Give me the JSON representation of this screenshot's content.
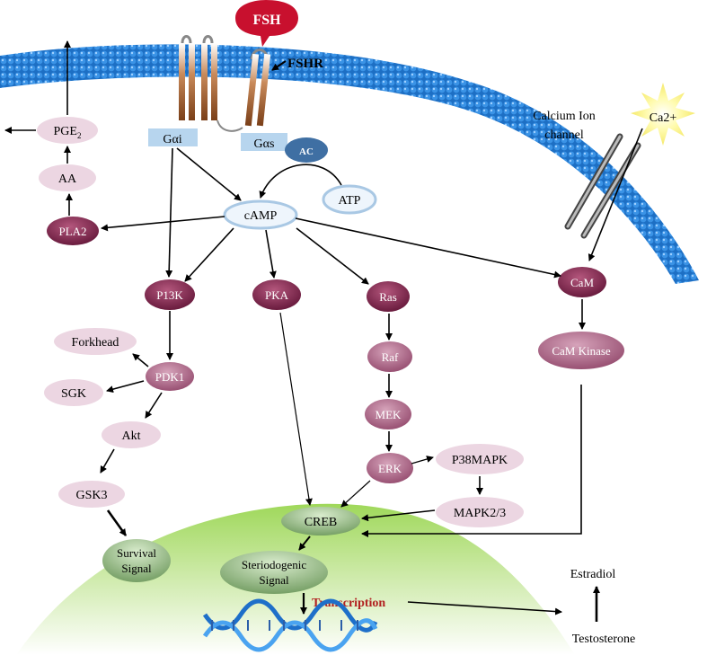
{
  "ligand": {
    "label": "FSH"
  },
  "receptor": {
    "label": "FSHR"
  },
  "g_proteins": {
    "gai": "Gαi",
    "gas": "Gαs",
    "ac": "AC"
  },
  "calcium": {
    "channel_line1": "Calcium Ion",
    "channel_line2": "channel",
    "ion": "Ca2+"
  },
  "second_messenger": {
    "camp": "cAMP",
    "atp": "ATP"
  },
  "lipid_pathway": {
    "pla2": "PLA2",
    "aa": "AA",
    "pge": "PGE",
    "pge_sub": "2"
  },
  "pi3k_pathway": {
    "p13k": "P13K",
    "pdk1": "PDK1",
    "forkhead": "Forkhead",
    "sgk": "SGK",
    "akt": "Akt",
    "gsk3": "GSK3"
  },
  "survival": {
    "line1": "Survival",
    "line2": "Signal"
  },
  "pka": "PKA",
  "mapk_pathway": {
    "ras": "Ras",
    "raf": "Raf",
    "mek": "MEK",
    "erk": "ERK",
    "p38": "P38MAPK",
    "mapk23": "MAPK2/3"
  },
  "calmodulin": {
    "cam": "CaM",
    "cam_kinase": "CaM Kinase"
  },
  "nucleus": {
    "creb": "CREB",
    "steroid_line1": "Steriodogenic",
    "steroid_line2": "Signal",
    "transcription": "Transcription"
  },
  "products": {
    "estradiol": "Estradiol",
    "testosterone": "Testosterone"
  },
  "colors": {
    "membrane": "#2f7fd6",
    "nucleus": "#9fd85a",
    "dark_node": "#7a1f44",
    "medium_node": "#b06a8a",
    "light_node": "#ecd6e2",
    "fsh": "#c8102e",
    "transcription": "#b22222"
  }
}
